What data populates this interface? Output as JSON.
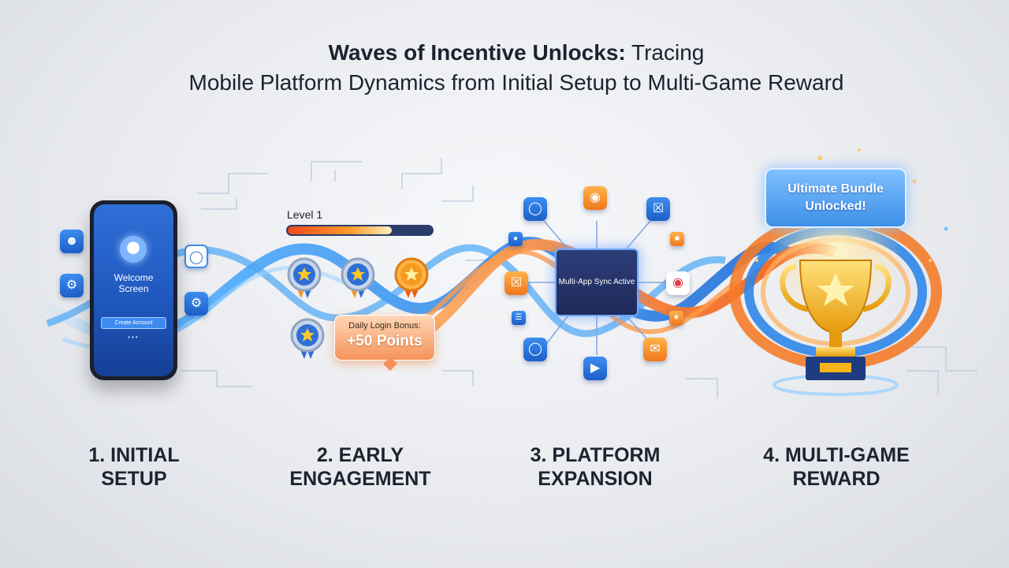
{
  "title": {
    "bold": "Waves of Incentive Unlocks:",
    "rest": "Tracing",
    "line2": "Mobile Platform Dynamics from Initial Setup to Multi-Game Reward"
  },
  "phone": {
    "welcome": "Welcome Screen",
    "button": "Create Account",
    "dots": "•••"
  },
  "engagement": {
    "level_label": "Level 1",
    "level_progress": 0.72,
    "bonus_line1": "Daily Login Bonus:",
    "bonus_line2": "+50 Points"
  },
  "expansion": {
    "panel_text": "Multi-App Sync Active"
  },
  "reward": {
    "bundle_text": "Ultimate Bundle Unlocked!"
  },
  "stages": [
    {
      "line1": "1. INITIAL",
      "line2": "SETUP"
    },
    {
      "line1": "2. EARLY",
      "line2": "ENGAGEMENT"
    },
    {
      "line1": "3. PLATFORM",
      "line2": "EXPANSION"
    },
    {
      "line1": "4. MULTI-GAME",
      "line2": "REWARD"
    }
  ],
  "icons": {
    "setup": [
      "user-icon",
      "gear-icon",
      "shield-icon",
      "gear-icon"
    ],
    "expansion": [
      "gamepad-icon",
      "gamepad-icon",
      "cart-icon",
      "cart-icon",
      "doc-icon",
      "gamepad-icon",
      "play-icon",
      "mail-icon",
      "app-icon",
      "star-icon"
    ]
  },
  "colors": {
    "blue_wave": "#3d9bf0",
    "orange_wave": "#f57c2a",
    "gold": "#f5b417"
  }
}
